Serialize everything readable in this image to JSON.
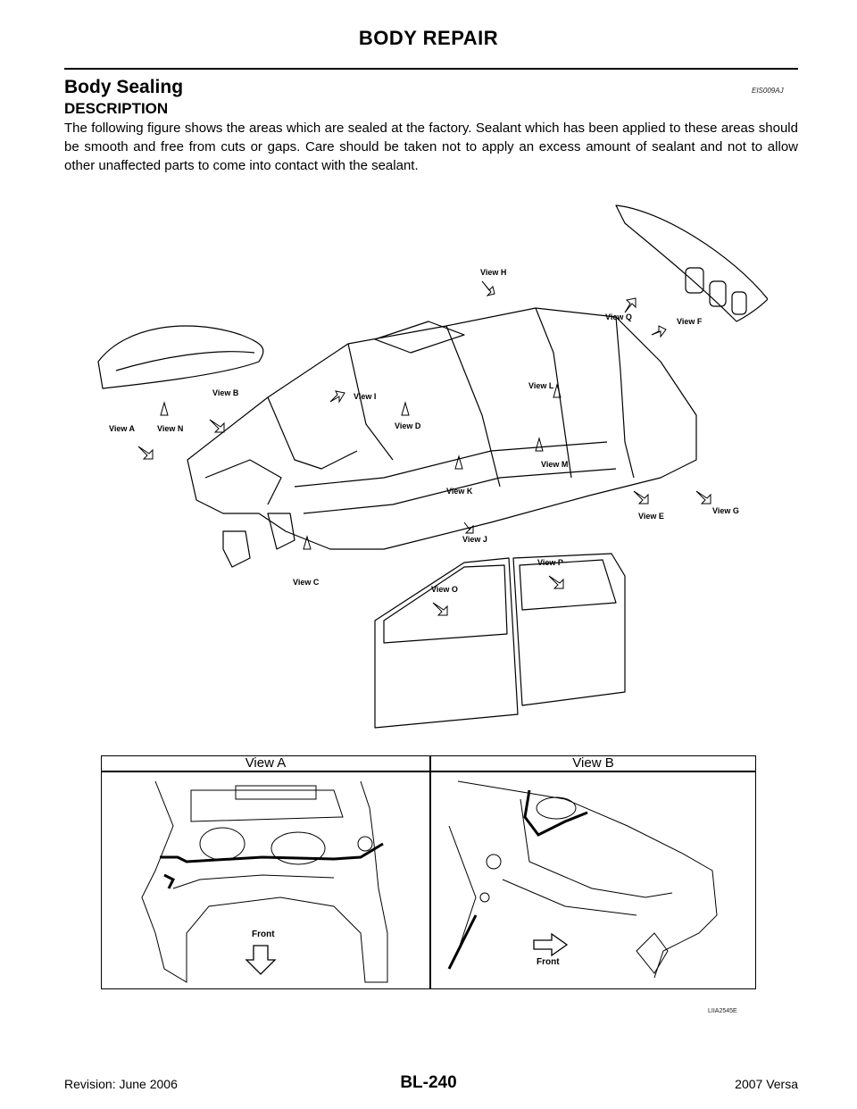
{
  "header": {
    "title": "BODY REPAIR"
  },
  "section": {
    "title": "Body Sealing",
    "code": "EIS009AJ",
    "subheading": "DESCRIPTION",
    "description": "The following figure shows the areas which are sealed at the factory. Sealant which has been applied to these areas should be smooth and free from cuts or gaps. Care should be taken not to apply an excess amount of sealant and not to allow other unaffected parts to come into contact with the sealant."
  },
  "figure": {
    "view_labels": {
      "a": "View A",
      "b": "View B",
      "c": "View C",
      "d": "View D",
      "e": "View E",
      "f": "View F",
      "g": "View G",
      "h": "View H",
      "i": "View I",
      "j": "View J",
      "k": "View K",
      "l": "View L",
      "m": "View M",
      "n": "View N",
      "o": "View O",
      "p": "View P",
      "q": "View Q"
    },
    "detail_panels": {
      "left_title": "View A",
      "right_title": "View B",
      "left_front": "Front",
      "right_front": "Front"
    },
    "code": "LIIA2545E"
  },
  "footer": {
    "revision": "Revision: June 2006",
    "page": "BL-240",
    "model": "2007 Versa"
  }
}
